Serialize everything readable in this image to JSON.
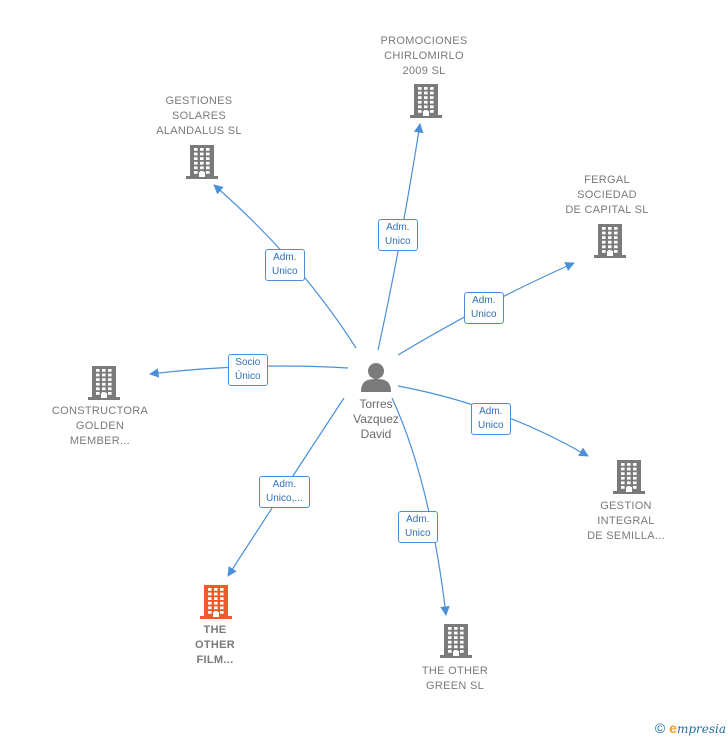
{
  "center": {
    "name": "Torres\nVazquez\nDavid",
    "icon": "person-icon",
    "color": "#7a7a7a"
  },
  "colors": {
    "building": "#7a7a7a",
    "building_highlight": "#f05a28",
    "edge": "#4a90d9",
    "edge_label_text": "#2f6fb8"
  },
  "companies": [
    {
      "id": "promociones",
      "name": "PROMOCIONES\nCHIRLOMIRLO\n2009 SL",
      "relation": "Adm.\nUnico",
      "highlight": false
    },
    {
      "id": "gestiones",
      "name": "GESTIONES\nSOLARES\nALANDALUS SL",
      "relation": "Adm.\nUnico",
      "highlight": false
    },
    {
      "id": "fergal",
      "name": "FERGAL\nSOCIEDAD\nDE CAPITAL SL",
      "relation": "Adm.\nUnico",
      "highlight": false
    },
    {
      "id": "constructora",
      "name": "CONSTRUCTORA\nGOLDEN\nMEMBER...",
      "relation": "Socio\nÚnico",
      "highlight": false
    },
    {
      "id": "gestion-integral",
      "name": "GESTION\nINTEGRAL\nDE SEMILLA...",
      "relation": "Adm.\nUnico",
      "highlight": false
    },
    {
      "id": "other-film",
      "name": "THE\nOTHER\nFILM...",
      "relation": "Adm.\nUnico,...",
      "highlight": true
    },
    {
      "id": "other-green",
      "name": "THE OTHER\nGREEN  SL",
      "relation": "Adm.\nUnico",
      "highlight": false
    }
  ],
  "footer": {
    "copyright": "©",
    "brand_initial": "e",
    "brand_rest": "mpresia"
  }
}
